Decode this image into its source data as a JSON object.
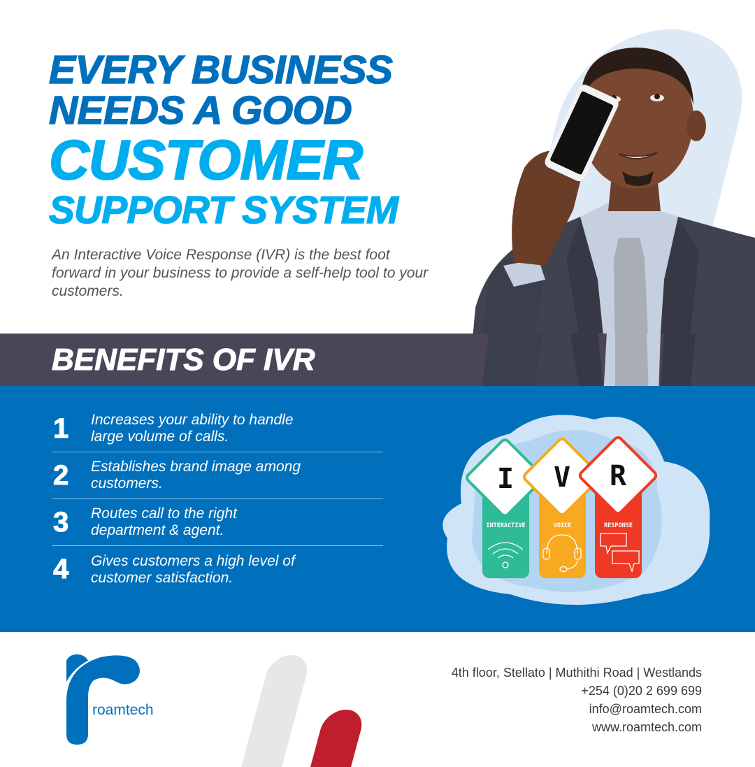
{
  "headline": {
    "line1": "EVERY BUSINESS",
    "line2": "NEEDS A GOOD",
    "line3": "CUSTOMER",
    "line4": "SUPPORT SYSTEM"
  },
  "intro": "An Interactive Voice Response (IVR) is the best foot forward in your business to provide a self-help tool to your customers.",
  "benefits": {
    "title": "BENEFITS OF IVR",
    "items": [
      {
        "num": "1",
        "line1": "Increases your ability to handle",
        "line2": "large volume of calls."
      },
      {
        "num": "2",
        "line1": "Establishes brand image among",
        "line2": "customers."
      },
      {
        "num": "3",
        "line1": "Routes call to the right",
        "line2": "department & agent."
      },
      {
        "num": "4",
        "line1": "Gives customers a high level of",
        "line2": "customer satisfaction."
      }
    ]
  },
  "ivr_graphic": {
    "letters": [
      {
        "letter": "I",
        "label": "INTERACTIVE",
        "icon": "wifi-icon",
        "color": "#2fbb97"
      },
      {
        "letter": "V",
        "label": "VOICE",
        "icon": "headset-icon",
        "color": "#f8a91f"
      },
      {
        "letter": "R",
        "label": "RESPONSE",
        "icon": "chat-bubbles-icon",
        "color": "#ee3a24"
      }
    ]
  },
  "footer": {
    "brand": "roamtech",
    "address": "4th floor, Stellato | Muthithi Road | Westlands",
    "phone": "+254 (0)20 2 699 699",
    "email": "info@roamtech.com",
    "website": "www.roamtech.com"
  },
  "colors": {
    "primary_blue": "#0170bc",
    "accent_cyan": "#00aeef",
    "dark_band": "#4b4558",
    "brand_red": "#be1e2d"
  }
}
